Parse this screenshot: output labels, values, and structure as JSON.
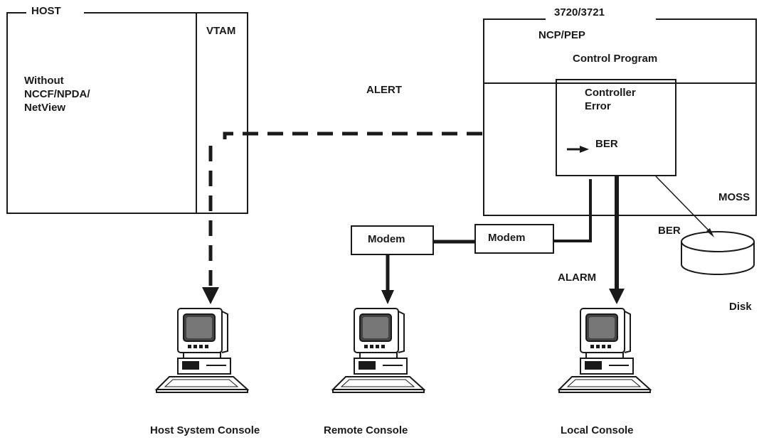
{
  "host": {
    "title": "HOST",
    "vtam_label": "VTAM",
    "description_lines": [
      "Without",
      "NCCF/NPDA/",
      "NetView"
    ]
  },
  "controller": {
    "title": "3720/3721",
    "ncp_label": "NCP/PEP",
    "control_program_label": "Control Program",
    "error_box_lines": [
      "Controller",
      "Error"
    ],
    "error_box_ber": "BER",
    "moss_label": "MOSS"
  },
  "links": {
    "alert_label": "ALERT",
    "alarm_label": "ALARM",
    "ber_label": "BER"
  },
  "modems": {
    "left_label": "Modem",
    "right_label": "Modem"
  },
  "disk": {
    "label": "Disk"
  },
  "consoles": [
    {
      "caption": "Host System Console",
      "icon": "computer-terminal-icon"
    },
    {
      "caption": "Remote Console",
      "icon": "computer-terminal-icon"
    },
    {
      "caption": "Local Console",
      "icon": "computer-terminal-icon"
    }
  ],
  "colors": {
    "ink": "#1a1a1a",
    "paper": "#ffffff"
  }
}
